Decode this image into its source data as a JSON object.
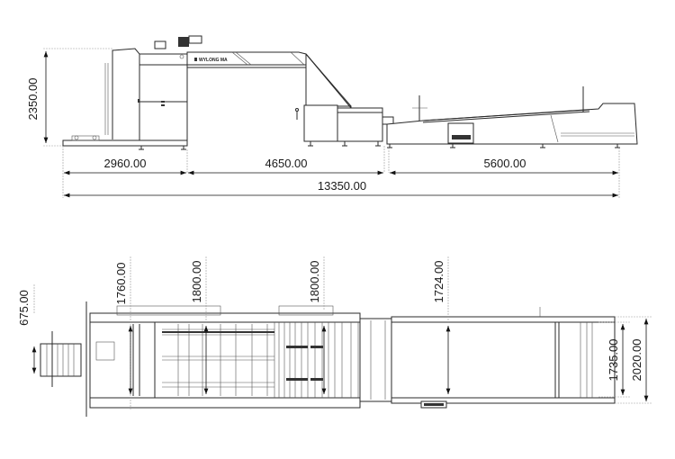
{
  "drawing": {
    "type": "engineering-layout",
    "views": [
      "side-elevation",
      "plan-view"
    ],
    "brand_label": "WYLONG MA",
    "line_color": "#2a2a2a",
    "extension_color": "#9a9a9a",
    "background": "#ffffff"
  },
  "side_view": {
    "height_dim": "2350.00",
    "segment_dims": [
      "2960.00",
      "4650.00",
      "5600.00"
    ],
    "total_length_dim": "13350.00"
  },
  "plan_view": {
    "vertical_dims": [
      "675.00",
      "1760.00",
      "1800.00",
      "1800.00",
      "1724.00"
    ],
    "right_dims": [
      "1735.00",
      "2020.00"
    ]
  }
}
